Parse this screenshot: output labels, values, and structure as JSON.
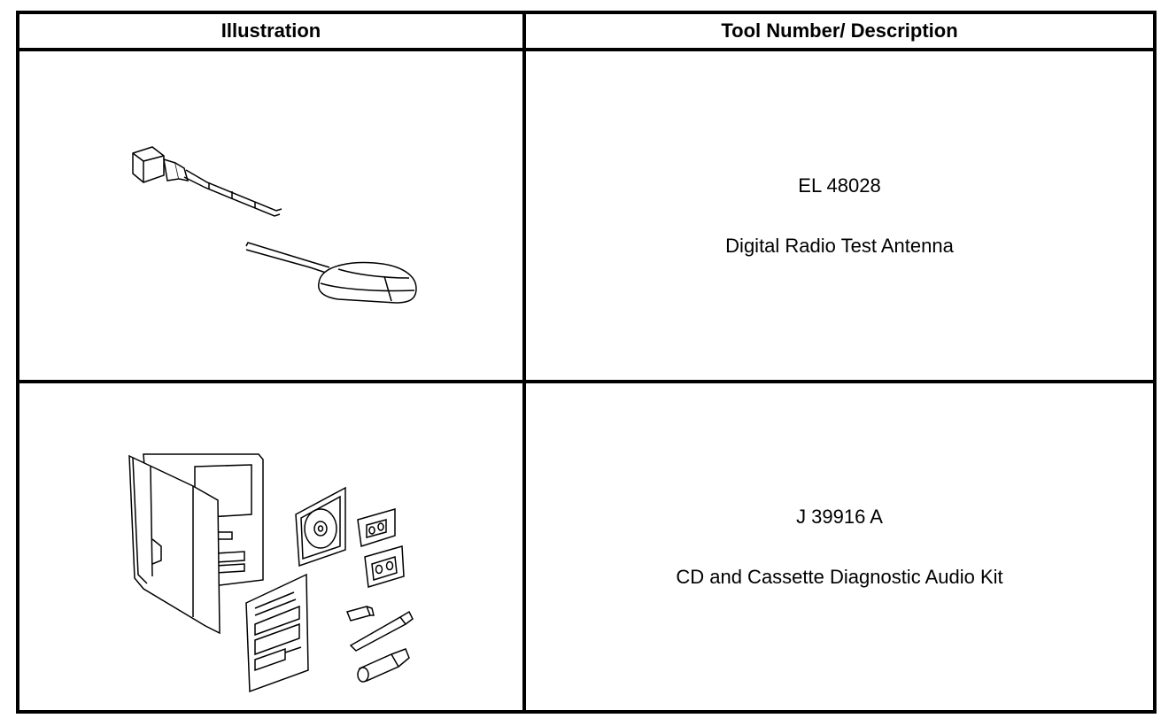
{
  "table": {
    "headers": {
      "illustration": "Illustration",
      "tool": "Tool Number/ Description"
    },
    "rows": [
      {
        "tool_number": "EL 48028",
        "description": "Digital Radio Test Antenna",
        "illustration_icon": "test-antenna-illustration"
      },
      {
        "tool_number": "J 39916 A",
        "description": "CD and Cassette Diagnostic Audio Kit",
        "illustration_icon": "audio-kit-illustration"
      }
    ]
  }
}
